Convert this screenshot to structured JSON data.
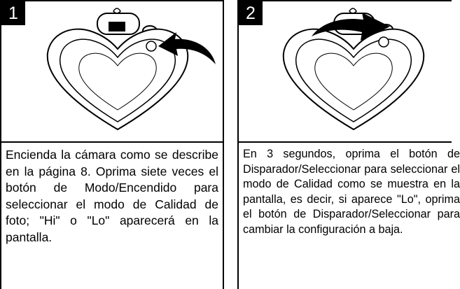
{
  "steps": [
    {
      "number": "1",
      "text": "Encienda la cámara como se describe en la página 8. Oprima siete veces el botón de Modo/Encendido para seleccionar el modo de Calidad de foto; \"Hi\" o \"Lo\" aparecerá en la pantalla.",
      "illustration_icon": "heart-camera-mode-button-arrow-icon"
    },
    {
      "number": "2",
      "text": "En 3 segundos, oprima el botón de Disparador/Seleccionar para seleccionar el modo de Calidad como se muestra en la pantalla, es decir, si aparece \"Lo\", oprima el botón de Disparador/Seleccionar para cambiar la configuración a baja.",
      "illustration_icon": "heart-camera-shutter-button-arrow-icon"
    }
  ],
  "colors": {
    "ink": "#000000",
    "paper": "#ffffff"
  }
}
